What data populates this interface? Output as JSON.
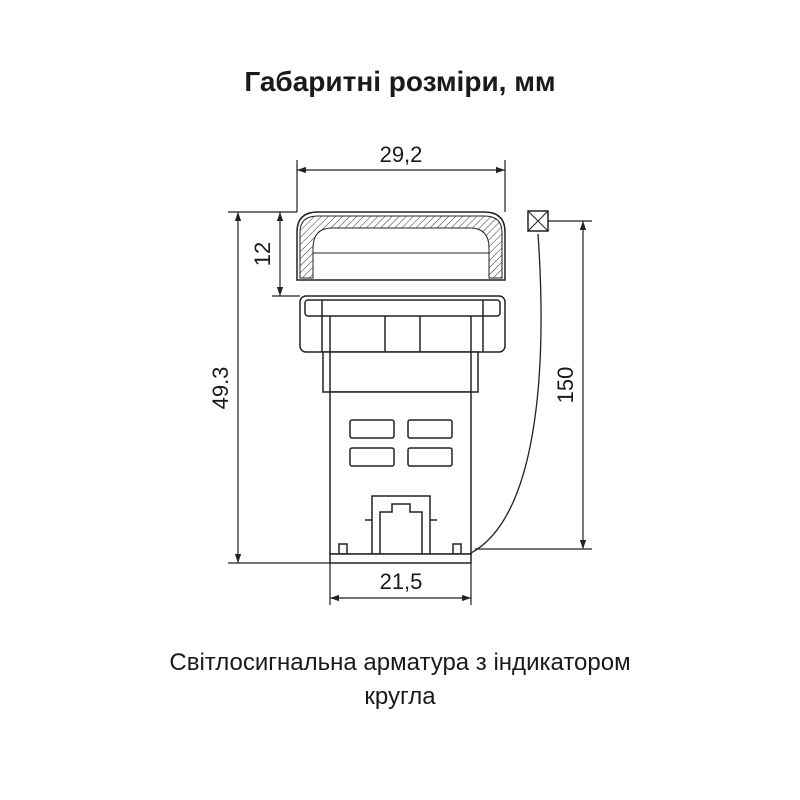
{
  "title": "Габаритні розміри, мм",
  "dimensions": {
    "width_top": "29,2",
    "cap_height": "12",
    "total_height": "49.3",
    "wire_length": "150",
    "width_bottom": "21,5"
  },
  "caption": {
    "line1": "Світлосигнальна арматура з індикатором",
    "line2": "кругла"
  }
}
